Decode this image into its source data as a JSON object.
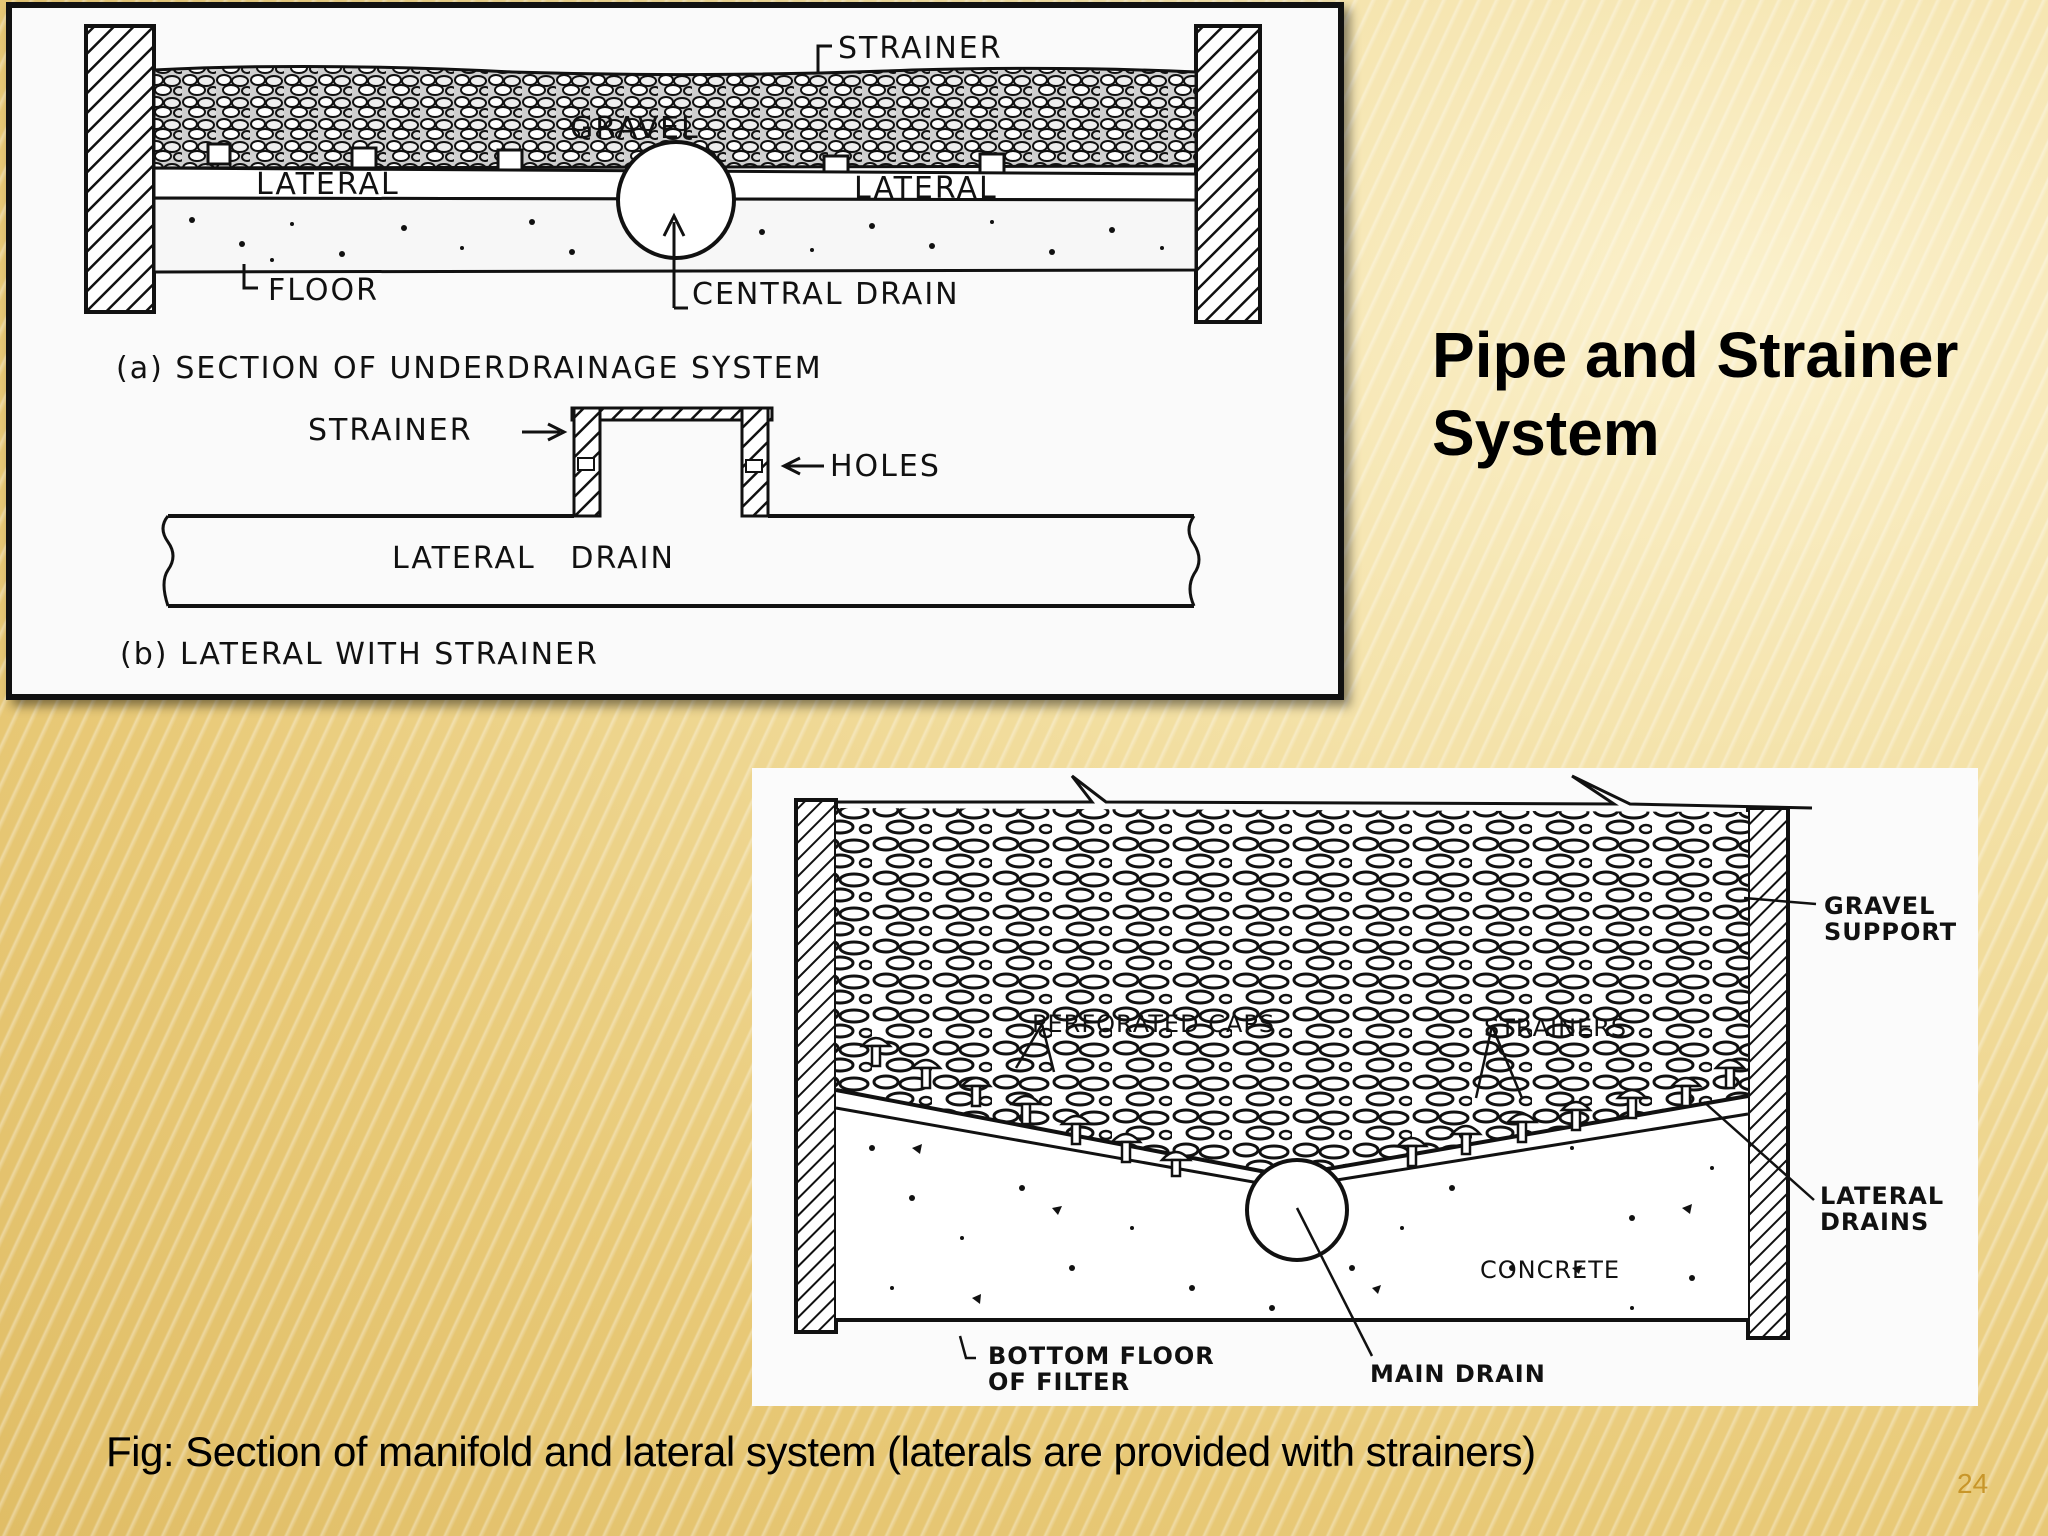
{
  "slide": {
    "title": "Pipe and Strainer System",
    "caption": "Fig: Section of manifold and lateral system (laterals are provided with strainers)",
    "page_number": "24"
  },
  "figure_a": {
    "labels": {
      "strainer_top": "STRAINER",
      "gravel": "GRAVEL",
      "lateral_left": "LATERAL",
      "lateral_right": "LATERAL",
      "floor": "FLOOR",
      "central_drain": "CENTRAL DRAIN",
      "section_a_caption": "(a) SECTION OF UNDERDRAINAGE SYSTEM",
      "strainer_b": "STRAINER",
      "holes": "HOLES",
      "lateral_drain": "LATERAL   DRAIN",
      "section_b_caption": "(b) LATERAL WITH STRAINER"
    }
  },
  "figure_b": {
    "labels": {
      "gravel_support_1": "GRAVEL",
      "gravel_support_2": "SUPPORT",
      "perforated_caps": "PERFORATED CAPS",
      "strainers": "STRAINERS",
      "lateral_drains_1": "LATERAL",
      "lateral_drains_2": "DRAINS",
      "concrete": "CONCRETE",
      "bottom_floor_1": "BOTTOM FLOOR",
      "bottom_floor_2": "OF FILTER",
      "main_drain": "MAIN DRAIN"
    }
  }
}
